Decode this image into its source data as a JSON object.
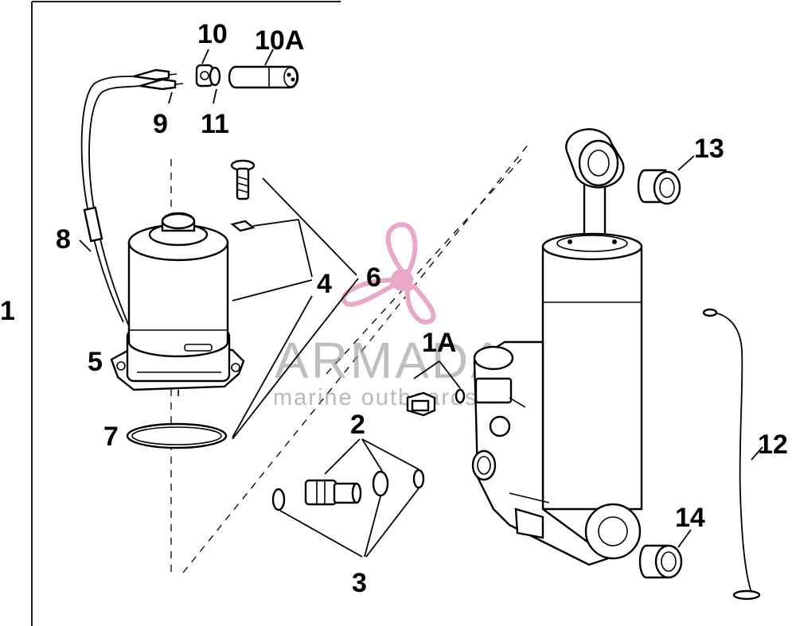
{
  "watermark": {
    "brand": "ARMADA",
    "tagline": "marine outboards",
    "accent_color": "#e9a8c8",
    "logo": "propeller-icon"
  },
  "callouts": {
    "c1": "1",
    "c1a": "1A",
    "c2": "2",
    "c3": "3",
    "c4": "4",
    "c5": "5",
    "c6": "6",
    "c7": "7",
    "c8": "8",
    "c9": "9",
    "c10": "10",
    "c10a": "10A",
    "c11": "11",
    "c12": "12",
    "c13": "13",
    "c14": "14"
  }
}
